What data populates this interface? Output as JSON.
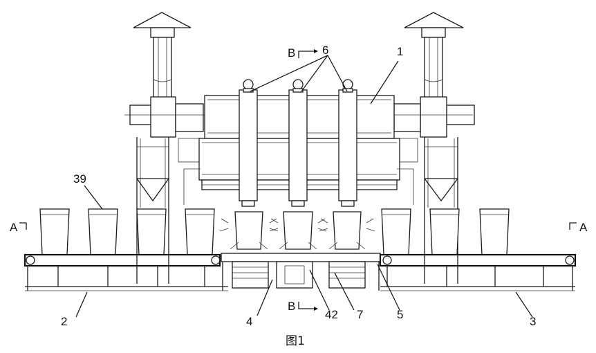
{
  "labels": {
    "l1": "1",
    "l2": "2",
    "l3": "3",
    "l4": "4",
    "l5": "5",
    "l6": "6",
    "l7": "7",
    "l39": "39",
    "l42": "42"
  },
  "section_marks": {
    "a_left": "A",
    "a_right": "A",
    "b_top": "B",
    "b_bottom": "B"
  },
  "caption": "图1"
}
